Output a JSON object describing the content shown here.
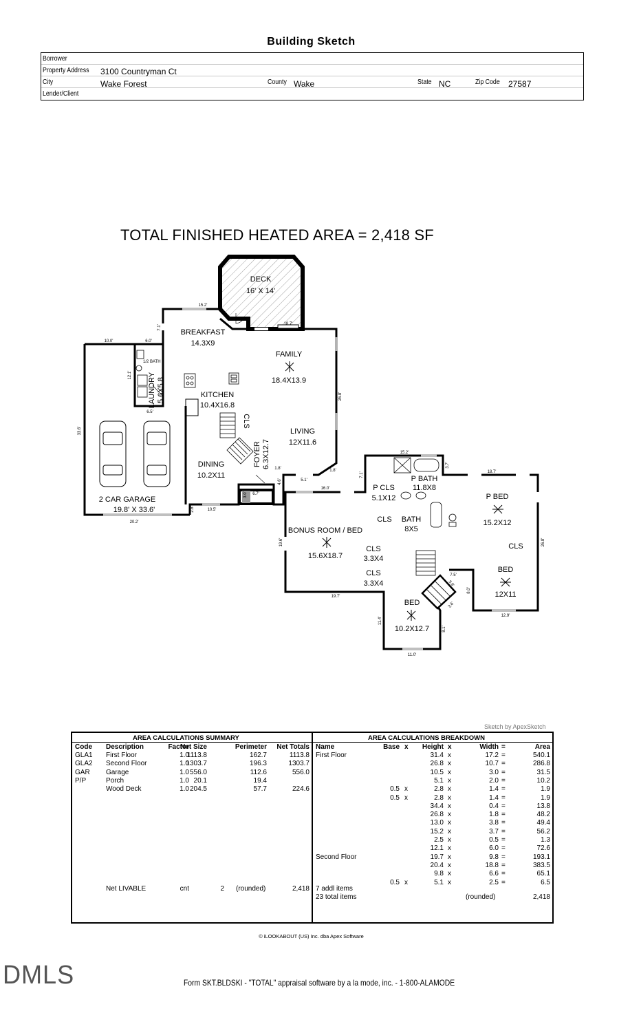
{
  "header": {
    "title": "Building Sketch",
    "borrower_label": "Borrower",
    "borrower": "",
    "address_label": "Property Address",
    "address": "3100 Countryman Ct",
    "city_label": "City",
    "city": "Wake Forest",
    "county_label": "County",
    "county": "Wake",
    "state_label": "State",
    "state": "NC",
    "zip_label": "Zip Code",
    "zip": "27587",
    "lender_label": "Lender/Client",
    "lender": ""
  },
  "total_area": "TOTAL FINISHED HEATED AREA = 2,418 SF",
  "rooms": {
    "deck": "DECK",
    "deck_size": "16' X 14'",
    "breakfast": "BREAKFAST",
    "breakfast_size": "14.3X9",
    "family": "FAMILY",
    "family_size": "18.4X13.9",
    "half_bath": "1/2 BATH",
    "laundry": "LAUNDRY",
    "laundry_size": "5.6X5.8",
    "kitchen": "KITCHEN",
    "kitchen_size": "10.4X16.8",
    "cls_kitchen": "CLS",
    "living": "LIVING",
    "living_size": "12X11.6",
    "foyer": "FOYER",
    "foyer_size": "6.3X12.7",
    "dining": "DINING",
    "dining_size": "10.2X11",
    "garage": "2 CAR GARAGE",
    "garage_size": "19.8' X 33.6'",
    "pcls": "P CLS",
    "pcls_size": "5.1X12",
    "pbath": "P BATH",
    "pbath_size": "11.8X8",
    "pbed": "P BED",
    "pbed_size": "15.2X12",
    "cls1": "CLS",
    "bath": "BATH",
    "bath_size": "8X5",
    "bonus": "BONUS ROOM / BED",
    "bonus_size": "15.6X18.7",
    "cls2": "CLS",
    "cls2_size": "3.3X4",
    "cls3": "CLS",
    "cls3_size": "3.3X4",
    "cls4": "CLS",
    "bed1": "BED",
    "bed1_size": "12X11",
    "bed2": "BED",
    "bed2_size": "10.2X12.7"
  },
  "dims": {
    "d15_2a": "15.2'",
    "d7_1a": "7.1'",
    "d10_0": "10.0'",
    "d6_0": "6.0'",
    "d18_7a": "18.7'",
    "d12_1": "12.1'",
    "d6_5": "6.5'",
    "d33_6": "33.6'",
    "d26_8a": "26.8'",
    "d20_2": "20.2'",
    "d2_8": "2.8'",
    "d10_5": "10.5'",
    "d6_7": "6.7'",
    "d3_0": "3.0'",
    "d1_8a": "1.8'",
    "d4_6": "4.6'",
    "d5_1": "5.1'",
    "d1_8b": "1.8'",
    "d16_0": "16.0'",
    "d7_1b": "7.1'",
    "d15_2b": "15.2'",
    "d3_7": "3.7'",
    "d18_7b": "18.7'",
    "d26_8b": "26.8'",
    "d19_6": "19.6'",
    "d19_7": "19.7'",
    "d11_4": "11.4'",
    "d11_0": "11.0'",
    "d8_1": "8.1'",
    "d7_5": "7.5'",
    "d8_0": "8.0'",
    "d12_9": "12.9'",
    "d5_8": "5.8'",
    "d3_6": "3.6'"
  },
  "apex": "Sketch by ApexSketch",
  "summary": {
    "title": "AREA CALCULATIONS SUMMARY",
    "cols": [
      "Code",
      "Description",
      "Factor",
      "Net Size",
      "Perimeter",
      "Net Totals"
    ],
    "rows": [
      [
        "GLA1",
        "First Floor",
        "1.0",
        "1113.8",
        "162.7",
        "1113.8"
      ],
      [
        "GLA2",
        "Second Floor",
        "1.0",
        "1303.7",
        "196.3",
        "1303.7"
      ],
      [
        "GAR",
        "Garage",
        "1.0",
        "556.0",
        "112.6",
        "556.0"
      ],
      [
        "P/P",
        "Porch",
        "1.0",
        "20.1",
        "19.4",
        ""
      ],
      [
        "",
        "Wood Deck",
        "1.0",
        "204.5",
        "57.7",
        "224.6"
      ]
    ],
    "net": [
      "Net LIVABLE",
      "cnt",
      "2",
      "(rounded)",
      "2,418"
    ]
  },
  "breakdown": {
    "title": "AREA CALCULATIONS BREAKDOWN",
    "cols": [
      "Name",
      "Base",
      "x",
      "Height",
      "x",
      "Width",
      "=",
      "Area"
    ],
    "rows": [
      [
        "First Floor",
        "",
        "",
        "31.4",
        "x",
        "17.2",
        "=",
        "540.1"
      ],
      [
        "",
        "",
        "",
        "26.8",
        "x",
        "10.7",
        "=",
        "286.8"
      ],
      [
        "",
        "",
        "",
        "10.5",
        "x",
        "3.0",
        "=",
        "31.5"
      ],
      [
        "",
        "",
        "",
        "5.1",
        "x",
        "2.0",
        "=",
        "10.2"
      ],
      [
        "",
        "0.5",
        "x",
        "2.8",
        "x",
        "1.4",
        "=",
        "1.9"
      ],
      [
        "",
        "0.5",
        "x",
        "2.8",
        "x",
        "1.4",
        "=",
        "1.9"
      ],
      [
        "",
        "",
        "",
        "34.4",
        "x",
        "0.4",
        "=",
        "13.8"
      ],
      [
        "",
        "",
        "",
        "26.8",
        "x",
        "1.8",
        "=",
        "48.2"
      ],
      [
        "",
        "",
        "",
        "13.0",
        "x",
        "3.8",
        "=",
        "49.4"
      ],
      [
        "",
        "",
        "",
        "15.2",
        "x",
        "3.7",
        "=",
        "56.2"
      ],
      [
        "",
        "",
        "",
        "2.5",
        "x",
        "0.5",
        "=",
        "1.3"
      ],
      [
        "",
        "",
        "",
        "12.1",
        "x",
        "6.0",
        "=",
        "72.6"
      ],
      [
        "Second Floor",
        "",
        "",
        "19.7",
        "x",
        "9.8",
        "=",
        "193.1"
      ],
      [
        "",
        "",
        "",
        "20.4",
        "x",
        "18.8",
        "=",
        "383.5"
      ],
      [
        "",
        "",
        "",
        "9.8",
        "x",
        "6.6",
        "=",
        "65.1"
      ],
      [
        "",
        "0.5",
        "x",
        "5.1",
        "x",
        "2.5",
        "=",
        "6.5"
      ]
    ],
    "addl": "7 addl items",
    "total_items": "23 total items",
    "rounded": "(rounded)",
    "total": "2,418"
  },
  "copyright": "© iLOOKABOUT (US) Inc. dba Apex Software",
  "watermark": "DMLS",
  "form_line": "Form SKT.BLDSKI - \"TOTAL\" appraisal software by a la mode, inc. - 1-800-ALAMODE"
}
